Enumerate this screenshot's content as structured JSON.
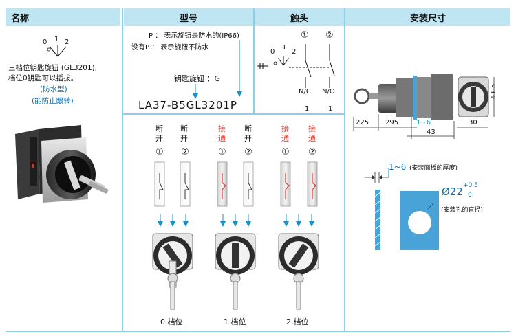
{
  "headers": {
    "name": "名称",
    "model": "型号",
    "contact": "触头",
    "mount": "安装尺寸"
  },
  "col1": {
    "pos_labels": [
      "0",
      "1",
      "2"
    ],
    "desc_line1": "三档位钥匙旋钮 (GL3201),",
    "desc_line2": "档位0钥匙可以插拔。",
    "note1": "(防水型)",
    "note2": "(能防止跟转)"
  },
  "col2": {
    "p_line": "P ： 表示旋钮是防水的(IP66)",
    "nop_line": "没有P ： 表示旋钮不防水",
    "key_line": "钥匙旋钮 ：G",
    "model_code": "LA37-B5GL3201P",
    "position_labels": [
      "0 档位",
      "1 档位",
      "2 档位"
    ],
    "state_pairs": [
      {
        "a": "断\n开",
        "b": "断\n开",
        "a_color": "#111111",
        "b_color": "#111111"
      },
      {
        "a": "接\n通",
        "b": "断\n开",
        "a_color": "#e43a2e",
        "b_color": "#111111"
      },
      {
        "a": "接\n通",
        "b": "接\n通",
        "a_color": "#e43a2e",
        "b_color": "#e43a2e"
      }
    ],
    "circle_labels": [
      "①",
      "②"
    ]
  },
  "col3": {
    "circle1": "①",
    "circle2": "②",
    "pos": [
      "0",
      "1",
      "2"
    ],
    "nc": "N/C",
    "no": "N/O",
    "nc_count": "1",
    "no_count": "1"
  },
  "col4": {
    "dims": {
      "d1": "225",
      "d2": "295",
      "d3": "1~6",
      "d4": "30",
      "d5": "43",
      "d6": "41.5"
    },
    "panel_thickness": "1~6",
    "panel_thickness_note": "(安装面板的厚度)",
    "hole_dia": "Ø22",
    "tol_up": "+0.5",
    "tol_down": "0",
    "hole_note": "(安装孔的直径)"
  },
  "colors": {
    "header_bg": "#bfe5f2",
    "accent_blue": "#0a6fb2",
    "red": "#e43a2e",
    "panel_blue": "#4aa3d6"
  }
}
